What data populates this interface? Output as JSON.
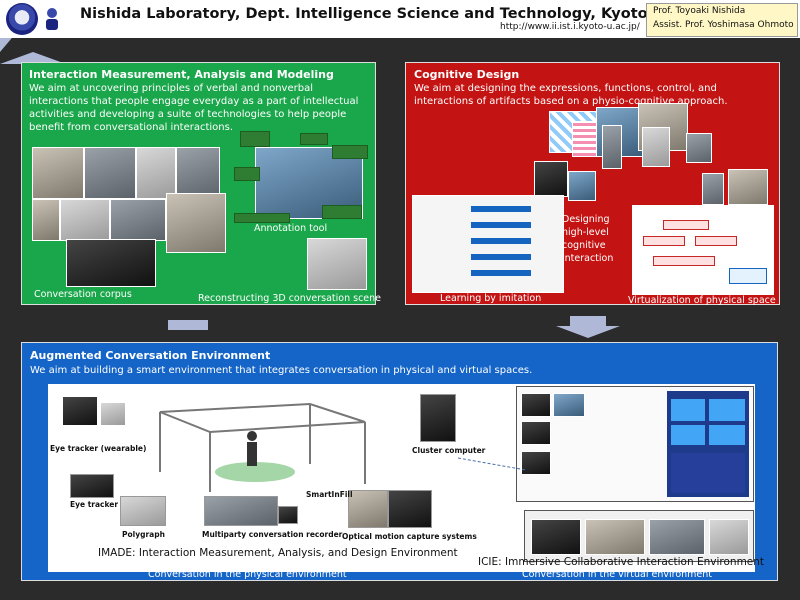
{
  "header": {
    "title": "Nishida Laboratory, Dept. Intelligence Science and Technology, Kyoto University",
    "url": "http://www.ii.ist.i.kyoto-u.ac.jp/",
    "prof1": "Prof.  Toyoaki Nishida",
    "prof2": "Assist. Prof. Yoshimasa Ohmoto"
  },
  "interaction": {
    "title": "Interaction Measurement, Analysis and Modeling",
    "description": "We aim at uncovering principles of verbal and nonverbal interactions that people engage everyday as a part of intellectual activities and developing a suite of technologies to help people benefit from conversational interactions.",
    "caption_annotation": "Annotation tool",
    "caption_corpus": "Conversation corpus",
    "caption_3d": "Reconstructing 3D conversation scene"
  },
  "cognitive": {
    "title": "Cognitive Design",
    "description": "We aim at designing the expressions, functions, control, and interactions of artifacts based on a physio-cognitive approach.",
    "caption_designing": "Designing high-level cognitive interaction",
    "caption_learning": "Learning by imitation",
    "caption_virtualization": "Virtualization of physical space"
  },
  "augmented": {
    "title": "Augmented Conversation  Environment",
    "description": "We aim at building a smart environment that integrates conversation in  physical and virtual spaces.",
    "label_eye_wearable": "Eye tracker (wearable)",
    "label_eye_tracker": "Eye tracker",
    "label_polygraph": "Polygraph",
    "label_multiparty": "Multiparty conversation recorder",
    "label_optical": "Optical motion capture systems",
    "label_smartinfill": "SmartInFill",
    "label_cluster": "Cluster computer",
    "label_imade": "IMADE: Interaction Measurement, Analysis, and Design Environment",
    "label_icie": "ICIE:  Immersive Collaborative Interaction Environment",
    "caption_physical": "Conversation in the physical environment",
    "caption_virtual": "Conversation in the virtual environment"
  }
}
